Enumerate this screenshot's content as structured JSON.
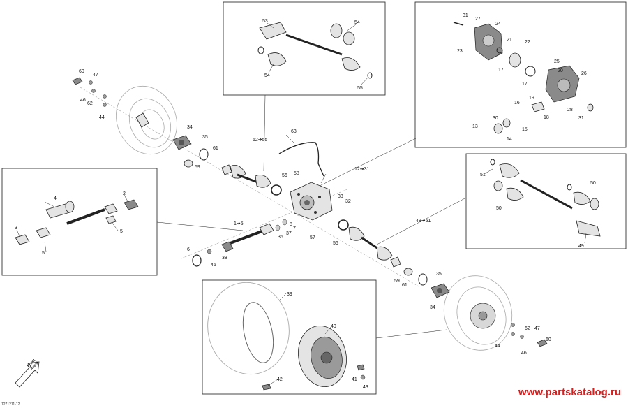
{
  "diagram": {
    "reference_code": "1271211-12",
    "watermark": "www.partskatalog.ru",
    "front_label": "Front",
    "front_label_2": "Avant",
    "callouts": {
      "c53": "53",
      "c54a": "54",
      "c54b": "54",
      "c55": "55",
      "c31a": "31",
      "c27": "27",
      "c24": "24",
      "c23": "23",
      "c21": "21",
      "c22": "22",
      "c17a": "17",
      "c17b": "17",
      "c25": "25",
      "c20": "20",
      "c26": "26",
      "c19": "19",
      "c16": "16",
      "c18": "18",
      "c28": "28",
      "c31b": "31",
      "c30": "30",
      "c15": "15",
      "c13": "13",
      "c14": "14",
      "c60a": "60",
      "c47a": "47",
      "c46a": "46",
      "c62a": "62",
      "c44a": "44",
      "c34a": "34",
      "c35a": "35",
      "c61a": "61",
      "c59a": "59",
      "c52to55": "52➔55",
      "c63": "63",
      "c12to31": "12➔31",
      "c56a": "56",
      "c58": "58",
      "c33": "33",
      "c32": "32",
      "c4": "4",
      "c2": "2",
      "c3": "3",
      "c5a": "5",
      "c5b": "5",
      "c1to5": "1➔5",
      "c8": "8",
      "c7": "7",
      "c37": "37",
      "c36": "36",
      "c57": "57",
      "c56b": "56",
      "c48to51": "48➔51",
      "c51": "51",
      "c50a": "50",
      "c50b": "50",
      "c49": "49",
      "c6": "6",
      "c45": "45",
      "c38": "38",
      "c59b": "59",
      "c61b": "61",
      "c35b": "35",
      "c34b": "34",
      "c39": "39",
      "c40": "40",
      "c41": "41",
      "c42": "42",
      "c43": "43",
      "c62b": "62",
      "c47b": "47",
      "c60b": "60",
      "c44b": "44",
      "c46b": "46"
    }
  }
}
